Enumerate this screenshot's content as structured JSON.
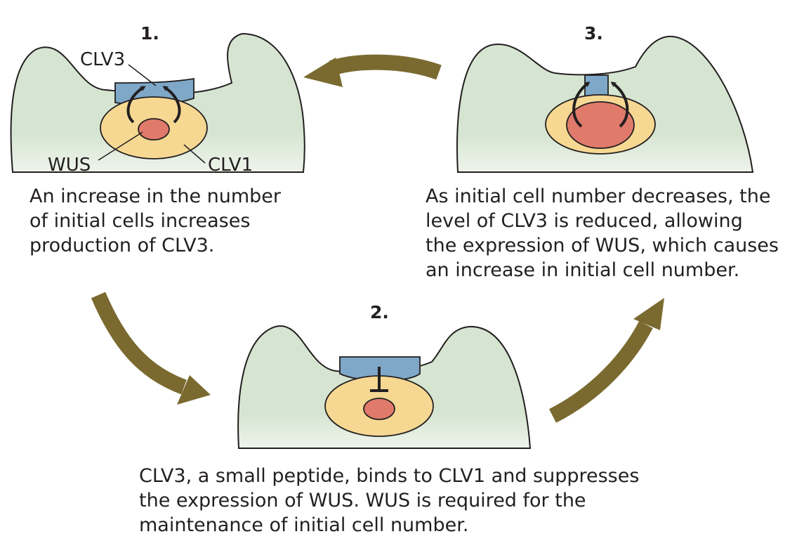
{
  "steps": {
    "one": {
      "number": "1.",
      "caption": "An increase in the number\nof initial cells increases\nproduction of CLV3.",
      "labels": {
        "clv3": "CLV3",
        "wus": "WUS",
        "clv1": "CLV1"
      }
    },
    "two": {
      "number": "2.",
      "caption": "CLV3, a small peptide, binds to CLV1 and suppresses\nthe expression of WUS. WUS is required for the\nmaintenance of initial cell number."
    },
    "three": {
      "number": "3.",
      "caption": "As initial cell number decreases, the\nlevel of CLV3 is reduced, allowing\nthe expression of WUS, which causes\nan increase in initial cell number."
    }
  },
  "colors": {
    "meristem": "#d6e5d1",
    "clv3_zone": "#7ea7c8",
    "clv1_zone": "#f6d893",
    "wus_zone": "#e07a6b",
    "cycle_arrow": "#7a6a30",
    "line": "#231f20"
  }
}
